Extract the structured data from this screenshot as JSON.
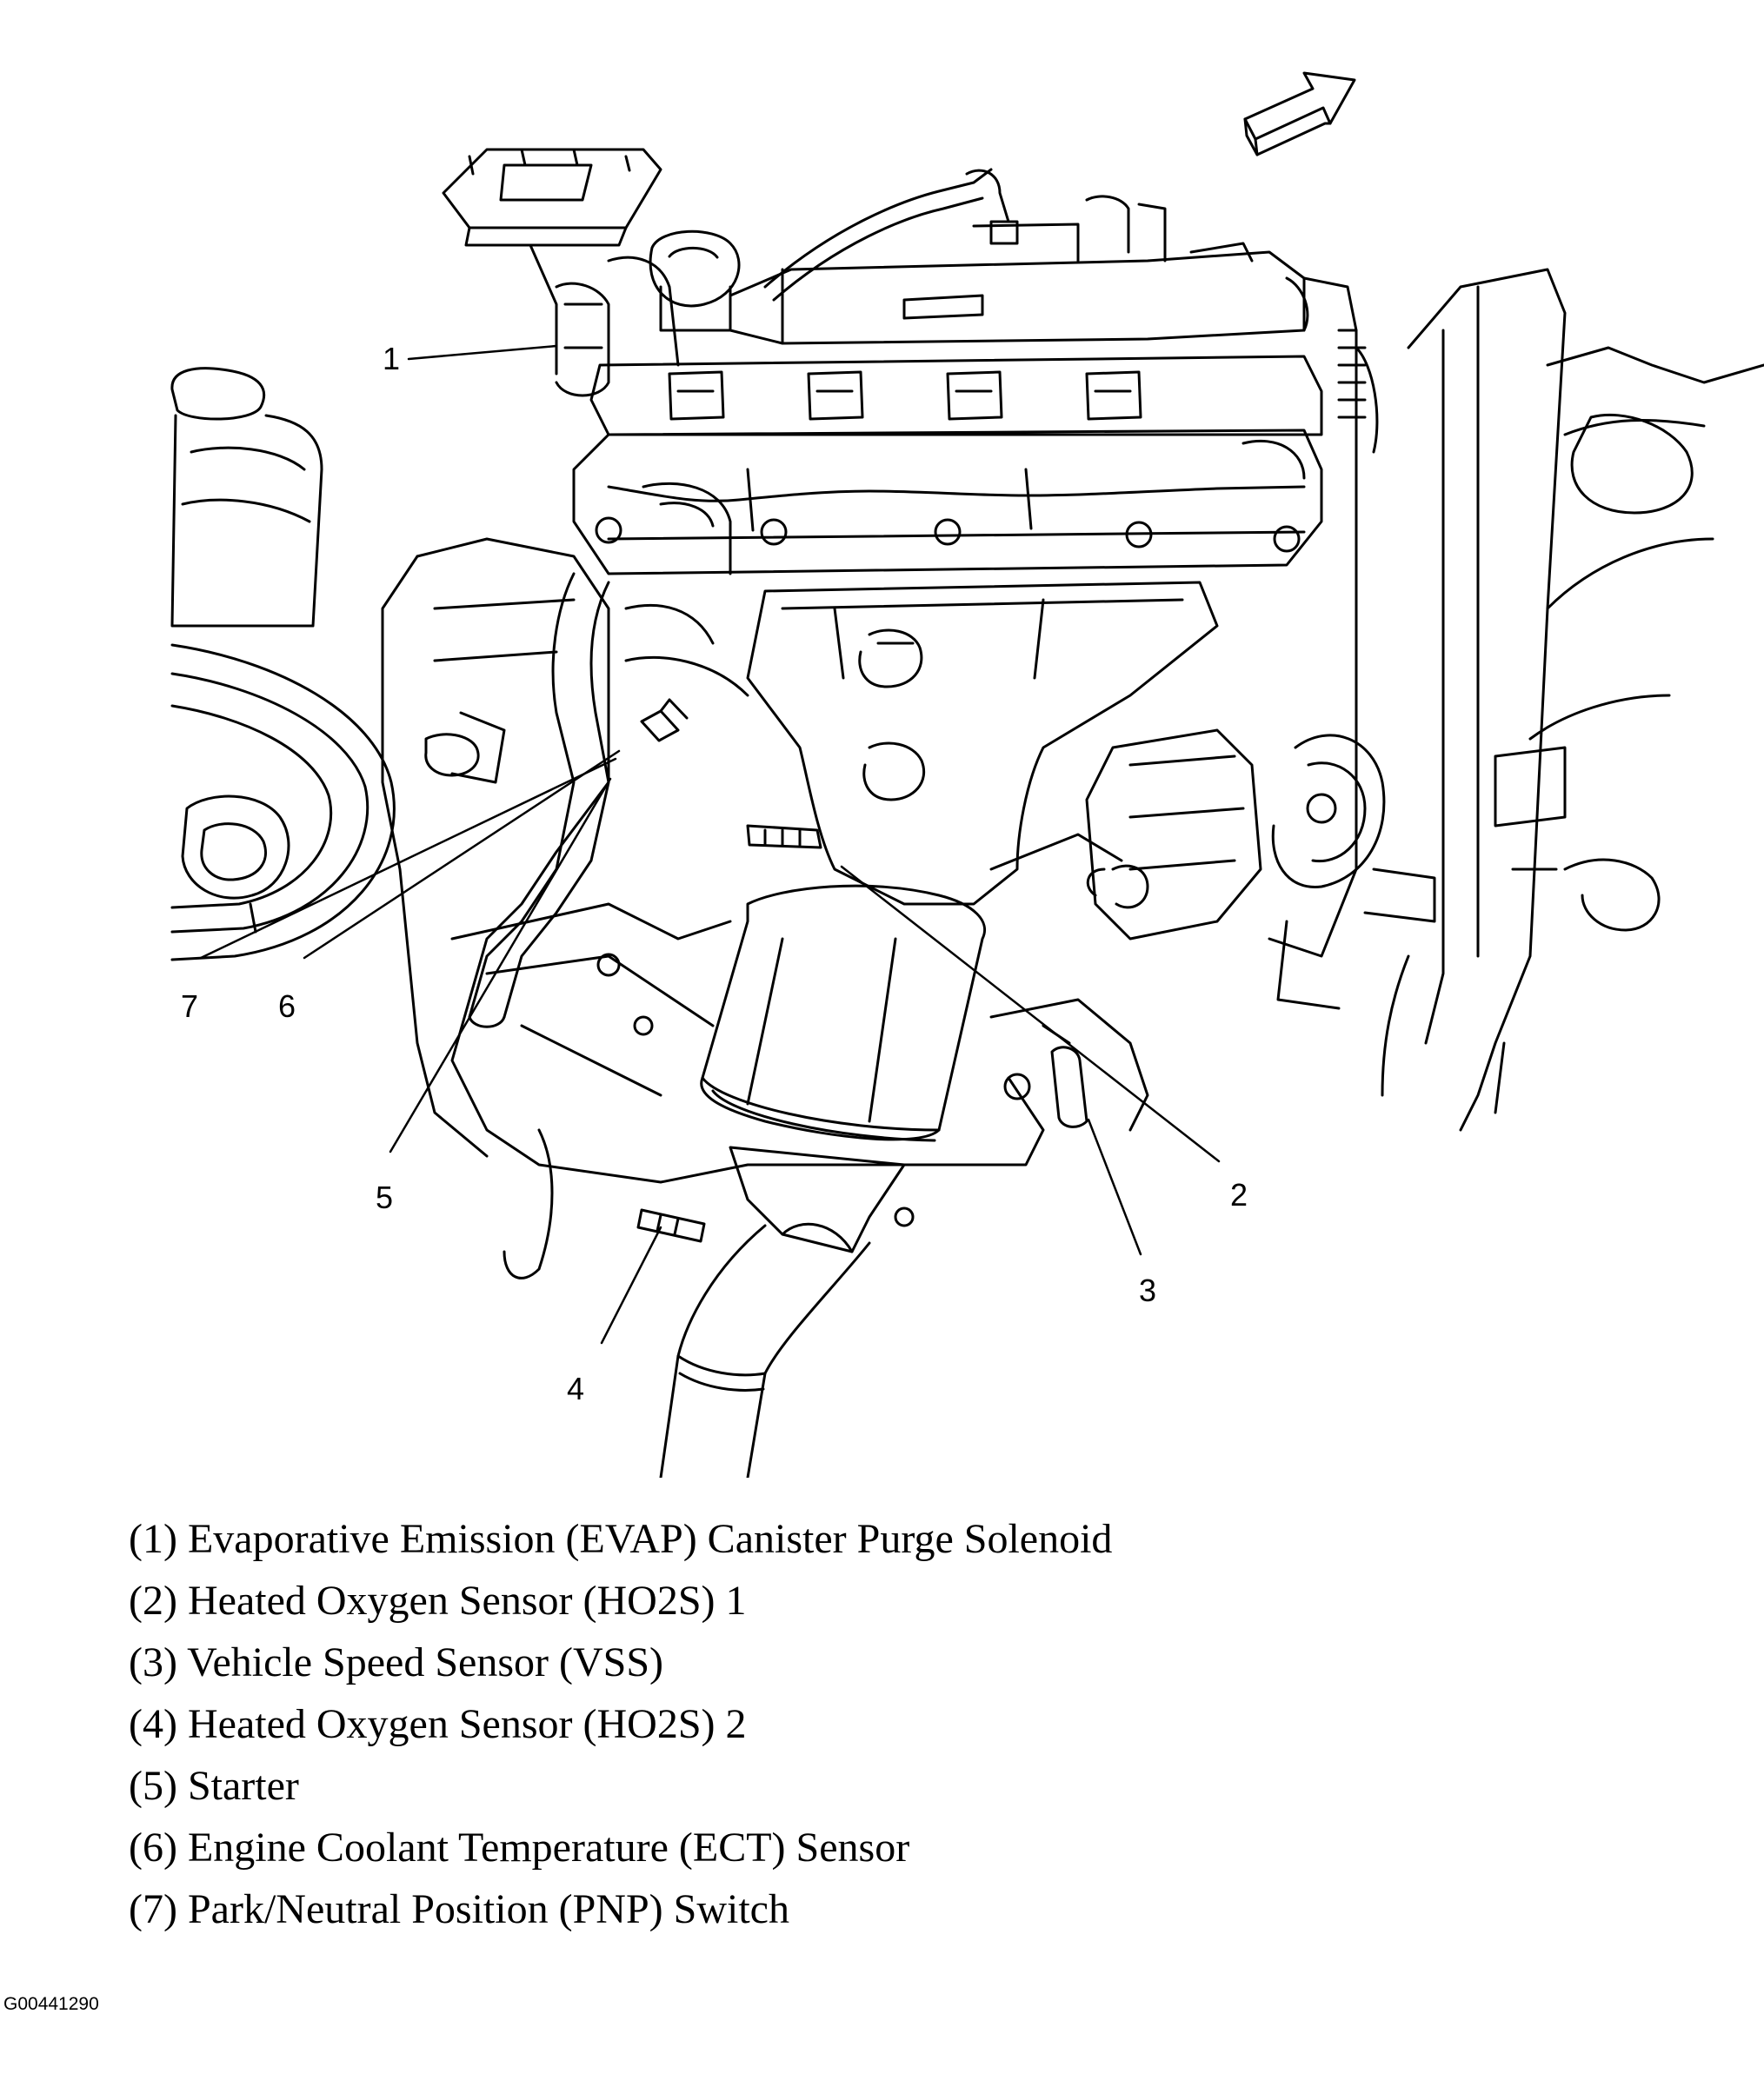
{
  "figure_id": "G00441290",
  "callouts": [
    "1",
    "2",
    "3",
    "4",
    "5",
    "6",
    "7"
  ],
  "legend": [
    "(1) Evaporative Emission (EVAP) Canister Purge Solenoid",
    "(2) Heated Oxygen Sensor (HO2S) 1",
    "(3) Vehicle Speed Sensor (VSS)",
    "(4) Heated Oxygen Sensor (HO2S) 2",
    "(5) Starter",
    "(6) Engine Coolant Temperature (ECT) Sensor",
    "(7) Park/Neutral Position (PNP) Switch"
  ]
}
